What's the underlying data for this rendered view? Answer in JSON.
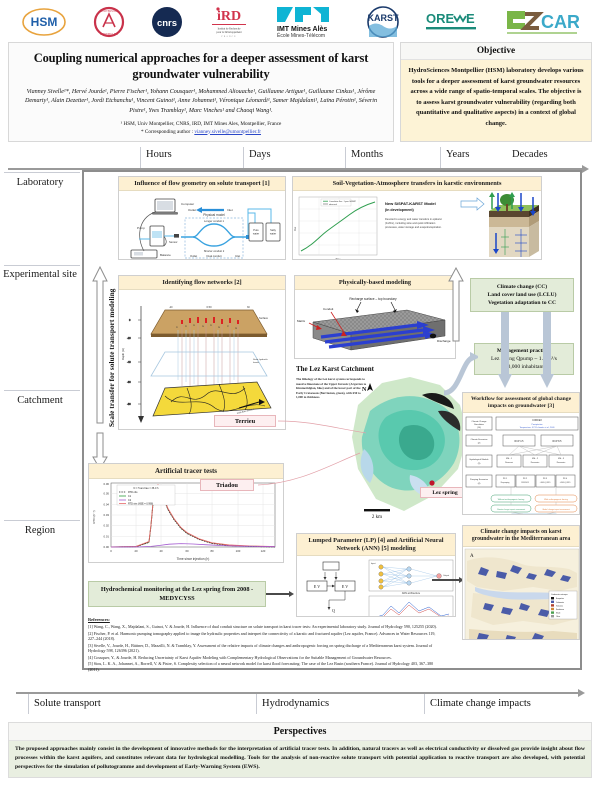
{
  "logos": [
    {
      "name": "hsm-logo",
      "text": "HSM"
    },
    {
      "name": "univ-montpellier-logo",
      "text": "UM"
    },
    {
      "name": "cnrs-logo",
      "text": "CNrs"
    },
    {
      "name": "ird-logo",
      "text": "IRD",
      "sub": "Institut de Recherche pour le Développement FRANCE"
    },
    {
      "name": "imt-mines-ales-logo",
      "text": "IMT Mines Alès",
      "sub": "École Mines-Télécom"
    },
    {
      "name": "karst-logo",
      "text": "KARST"
    },
    {
      "name": "oreme-logo",
      "text": "OREME"
    },
    {
      "name": "ozcar-logo",
      "text": "OZCAR"
    }
  ],
  "header": {
    "title": "Coupling numerical approaches for a deeper assessment of karst groundwater vulnerability",
    "authors": "Vianney Sivelle¹*, Hervé Jourde¹, Pierre Fischer¹, Yohann Cousquer¹, Mohammed Aliouache¹, Guillaume Artigue¹, Guillaume Cinkus¹, Jérôme Demarty¹, Alain Dezetter¹, Jordi Etchanchu¹, Vincent Guinot¹, Anne Johannet¹, Véronique Léonardi¹, Samer Majdalani¹, Laïna Pérotin¹, Séverin Pistre¹, Yves Tramblay¹, Marc Vinches¹ and Chaoqi Wang¹.",
    "affiliation": "¹ HSM, Univ Montpellier, CNRS, IRD, IMT Mines Ales, Montpellier, France",
    "corresponding_label": "* Corresponding author : ",
    "corresponding_email": "vianney.sivelle@umontpellier.fr"
  },
  "objective": {
    "heading": "Objective",
    "body": "HydroSciences Montpellier (HSM) laboratory develops various tools for a deeper assessment of karst groundwater resources across a wide range of spatio-temporal scales. The objective is to assess karst groundwater vulnerability (regarding both quantitative and qualitative aspects) in a context of global change."
  },
  "matrix": {
    "time_axis": [
      "Hours",
      "Days",
      "Months",
      "Years",
      "Decades"
    ],
    "scale_axis": [
      "Laboratory",
      "Experimental site",
      "Catchment",
      "Region"
    ],
    "vertical_axis_label": "Scale transfer for solute transport modeling",
    "bottom_axis": [
      "Solute transport",
      "Hydrodynamics",
      "Climate change impacts"
    ]
  },
  "panels": {
    "flow_geometry": {
      "title": "Influence of flow geometry on solute transport [1]",
      "labels": [
        "Computer",
        "Pump",
        "Balance",
        "Sensor",
        "Outlet",
        "Inlet",
        "Physical model",
        "Longer conduit 1",
        "Shorter conduit 2",
        "Dual conduit",
        "Adaptor",
        "Pure water",
        "Salty water"
      ]
    },
    "svat": {
      "title": "Soil-Vegetation-Atmosphere transfers in karstic environments",
      "model_name": "New SiSPAT-KARST Model",
      "model_status": "(in development)",
      "model_desc": "Devoted to energy and water transfers in epikarst (0-20m), including slow and quick infiltration processes, water storage and evapotranspiration.",
      "chart_ylabel": "Flux",
      "chart_xlabel": "Time"
    },
    "flow_networks": {
      "title": "Identifying flow networks [2]",
      "labels": [
        "Surface",
        "Static hydraulic heads",
        "Depth (m)",
        "Terrieu"
      ]
    },
    "physically_based": {
      "title": "Physically-based modeling",
      "labels": [
        "Recharge surface - top boundary",
        "Conduit",
        "Matrix",
        "Discharge"
      ]
    },
    "lez_catchment": {
      "title": "The Lez Karst Catchment",
      "body": "The lithology of the Lez karst system corresponds to massive limestone of the Upper Jurassic (Argovian to Kimmeridgian, blue) and of the lower part of the Early Cretaceous (Berriasian, green), with 650 to 1,000 m thickness.",
      "spring_label": "Lez spring",
      "scalebar": "2 km"
    },
    "climate_drivers": {
      "lines": [
        "Climate change (CC)",
        "Land cover land use (LCLU)",
        "Vegetation adaptation to CC"
      ]
    },
    "management": {
      "lines": [
        "Management practices",
        "Lez spring Qpump ~ 1.1 m³/s",
        "250,000 inhabitants"
      ]
    },
    "workflow": {
      "title": "Workflow for assessment of global change impacts on groundwater [3]",
      "rows": [
        {
          "label": "Climate Change Simulation (10)",
          "cells": [
            "CORDEX",
            "Precipitation / Temperature: 9 RCP climatic et al., 2009"
          ]
        },
        {
          "label": "Climate Scenarios (2)",
          "cells": [
            "RCP 4.5",
            "RCP 8.5"
          ]
        },
        {
          "label": "Hydrological Models (3)",
          "cells": [
            "KM - 1 Reservoir",
            "KM - 2 Reservoirs",
            "KM - 3 Reservoirs"
          ]
        },
        {
          "label": "Pumping Scenarios (4)",
          "cells": [
            "PS 1 No pumping",
            "PS 2 1995-2015",
            "PS 3 + 100% Q 2015",
            "PS 4 + 200% Q 2015"
          ]
        }
      ],
      "branch_left": "Without anthropogenic forcing",
      "branch_right": "With anthropogenic forcing",
      "branch_left2": "Climate change impact assessment - Simulation",
      "branch_right2": "Global change impact assessment - Simulation",
      "result": "Relative impact of climate change and anthropogenic forcing"
    },
    "tracer_tests": {
      "title": "Artificial tracer tests",
      "legend_title": "N = 5 and tau = 36.0 h",
      "legend": [
        "RTD obs",
        "C1",
        "C2",
        "RTD sim (NSE = 0.998)"
      ],
      "xlabel": "Time since injection (h)",
      "ylabel": "RTD (h⁻¹)",
      "yticks": [
        "0.00",
        "0.01",
        "0.02",
        "0.03",
        "0.04",
        "0.05",
        "0.06"
      ],
      "xticks": [
        "0",
        "20",
        "40",
        "60",
        "80",
        "100",
        "120"
      ],
      "annotation": "Triadou"
    },
    "lpann": {
      "title": "Lumped Parameter (LP) [4] and Artificial Neural Network (ANN) [5] modeling",
      "labels": [
        "LP",
        "ANN",
        "Input",
        "Output",
        "E",
        "V",
        "Q"
      ]
    },
    "hydrochem": {
      "text": "Hydrochemical monitoring at the Lez spring from 2008 - MEDYCYSS"
    },
    "mediterranean": {
      "title": "Climate change impacts on karst groundwater in the Mediterranean area",
      "panel_a": "A",
      "legend_title": "Carbonate outcrops"
    },
    "terrieu_tag": "Terrieu",
    "triadou_tag": "Triadou"
  },
  "references": {
    "heading": "References:",
    "items": [
      "[1] Wang, C., Wang, X., Majdalani, S., Guinot, V. & Jourde, H. Influence of dual conduit structure on solute transport in karst tracer tests: An experimental laboratory study. Journal of Hydrology 590, 125255 (2020).",
      "[2] Fischer, P. et al. Harmonic pumping tomography applied to image the hydraulic properties and interpret the connectivity of a karstic and fractured aquifer (Lez aquifer, France). Advances in Water Resources 119, 227–244 (2018).",
      "[3] Sivelle, V., Jourde, H., Büttner, D., Mazzilli, N. & Tramblay, Y. Assessment of the relative impacts of climate changes and anthropogenic forcing on spring discharge of a Mediterranean karst system. Journal of Hydrology 598, 126396 (2021).",
      "[4] Cousquer, Y., & Jourde, H. Reducing Uncertainty of Karst Aquifer Modeling with Complementary Hydrological Observations for the Suitable Management of Groundwater Resources.",
      "[5] Siou, L. K. A., Johannet, A., Borrell, V. & Pistre, S. Complexity selection of a neural network model for karst flood forecasting: The case of the Lez Basin (southern France). Journal of Hydrology 403, 367–380 (2011)."
    ]
  },
  "perspectives": {
    "heading": "Perspectives",
    "body": "The proposed approaches mainly consist in the development of innovative methods for the interpretation of artificial tracer tests. In addition, natural tracers as well as electrical conductivity or dissolved gas provide insight about flow processes within the karst aquifers, and constitutes relevant data for hydrological modelling. Tools for the analysis of non-reactive solute transport with potential application to reactive transport are also developed, with potential perspectives for the simulation of pollutogramme and development of Early-Warning System (EWS)."
  },
  "chart_data": {
    "type": "line",
    "title": "Artificial tracer tests",
    "xlabel": "Time since injection (h)",
    "ylabel": "RTD (h⁻¹)",
    "xlim": [
      0,
      130
    ],
    "ylim": [
      0,
      0.065
    ],
    "xticks": [
      0,
      20,
      40,
      60,
      80,
      100,
      120
    ],
    "yticks": [
      0.0,
      0.01,
      0.02,
      0.03,
      0.04,
      0.05,
      0.06
    ],
    "grid": true,
    "legend_position": "top-left",
    "annotation": "N = 5 and tau = 36.0 h",
    "series": [
      {
        "name": "RTD obs",
        "color": "#222222",
        "x": [
          0,
          10,
          20,
          28,
          32,
          36,
          40,
          44,
          48,
          54,
          60,
          70,
          80,
          95,
          110,
          130
        ],
        "values": [
          0,
          0,
          0.001,
          0.006,
          0.02,
          0.045,
          0.06,
          0.052,
          0.038,
          0.024,
          0.016,
          0.008,
          0.004,
          0.002,
          0.001,
          0.0005
        ]
      },
      {
        "name": "C1",
        "color": "#2e9e3e",
        "x": [
          0,
          10,
          20,
          28,
          32,
          36,
          40,
          44,
          48,
          54,
          60,
          70,
          80,
          95,
          110,
          130
        ],
        "values": [
          0,
          0,
          0.001,
          0.006,
          0.02,
          0.046,
          0.061,
          0.052,
          0.038,
          0.024,
          0.016,
          0.008,
          0.004,
          0.002,
          0.001,
          0.0005
        ]
      },
      {
        "name": "C2",
        "color": "#a45bd1",
        "x": [
          0,
          10,
          20,
          28,
          36,
          44,
          52,
          60,
          70,
          80,
          95,
          110,
          130
        ],
        "values": [
          0,
          0,
          0.0002,
          0.0008,
          0.002,
          0.003,
          0.0028,
          0.0022,
          0.0015,
          0.001,
          0.0006,
          0.0003,
          0.0002
        ]
      },
      {
        "name": "RTD sim (NSE = 0.998)",
        "color": "#e86a6a",
        "x": [
          0,
          10,
          20,
          28,
          32,
          36,
          40,
          44,
          48,
          54,
          60,
          70,
          80,
          95,
          110,
          130
        ],
        "values": [
          0,
          0,
          0.001,
          0.007,
          0.021,
          0.046,
          0.06,
          0.051,
          0.037,
          0.023,
          0.015,
          0.008,
          0.004,
          0.002,
          0.001,
          0.0005
        ]
      }
    ]
  },
  "colors": {
    "panel_header": "#fdf0d2",
    "green_box": "#e3ecd9",
    "pink_box": "#fdeff0",
    "objective_bg": "#fdf3d6",
    "perspectives_bg": "#e9efe1",
    "frame": "#8d8d8d",
    "brand_blue": "#1f5fa9",
    "brand_green": "#7ab648"
  }
}
